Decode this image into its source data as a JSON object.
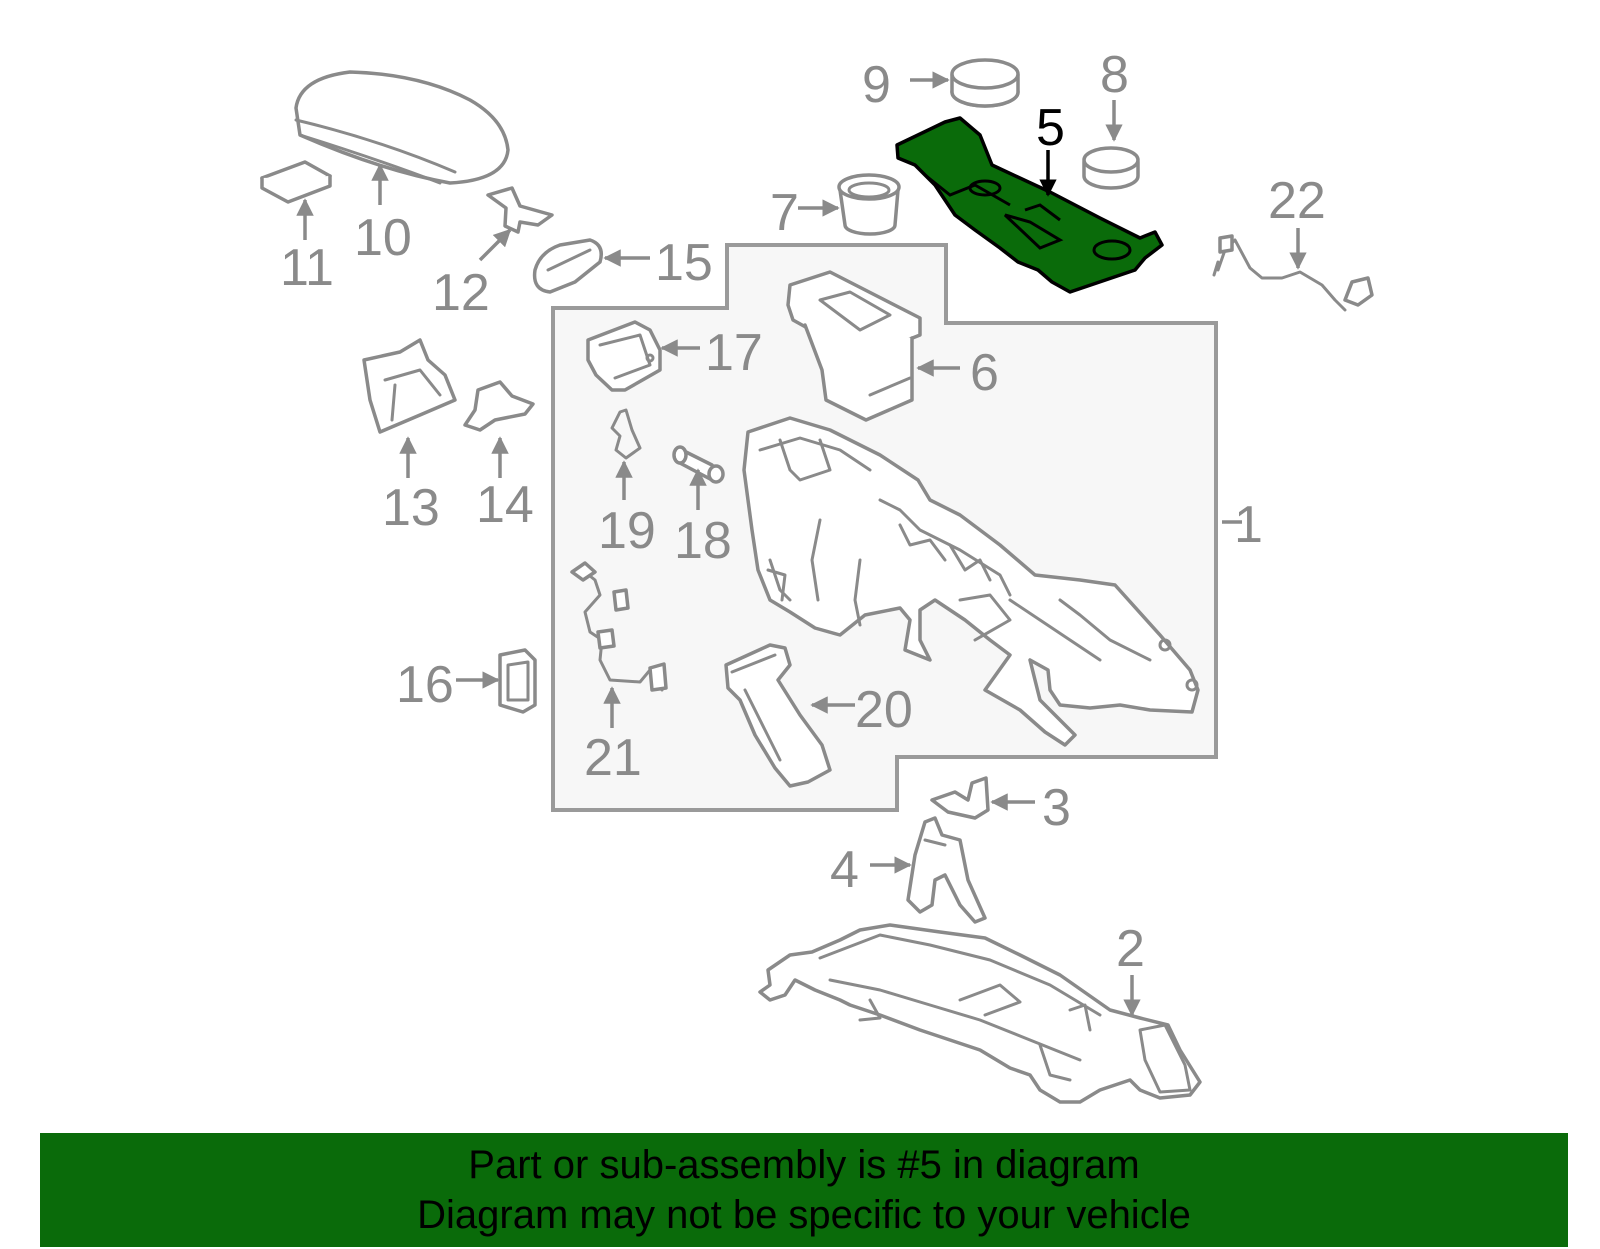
{
  "highlight_color": "#0a6b0a",
  "banner_color": "#0a6b0a",
  "label_color": "#8a8a8a",
  "highlighted_part": "5",
  "callouts": {
    "p1": "1",
    "p2": "2",
    "p3": "3",
    "p4": "4",
    "p5": "5",
    "p6": "6",
    "p7": "7",
    "p8": "8",
    "p9": "9",
    "p10": "10",
    "p11": "11",
    "p12": "12",
    "p13": "13",
    "p14": "14",
    "p15": "15",
    "p16": "16",
    "p17": "17",
    "p18": "18",
    "p19": "19",
    "p20": "20",
    "p21": "21",
    "p22": "22"
  },
  "banner": {
    "line1": "Part or sub-assembly is #5 in diagram",
    "line2": "Diagram may not be specific to your vehicle"
  }
}
